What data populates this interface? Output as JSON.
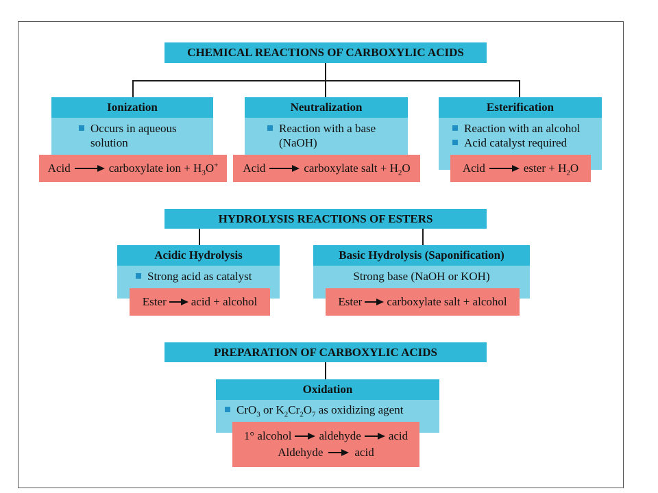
{
  "banners": {
    "chemical": "CHEMICAL REACTIONS OF CARBOXYLIC ACIDS",
    "hydrolysis": "HYDROLYSIS REACTIONS OF ESTERS",
    "preparation": "PREPARATION OF CARBOXYLIC ACIDS"
  },
  "ionization": {
    "title": "Ionization",
    "bullet1_l1": "Occurs in aqueous",
    "bullet1_l2": "solution",
    "reactant": "Acid",
    "product": "carboxylate ion + H",
    "sub": "3",
    "tail": "O",
    "sup": "+"
  },
  "neutralization": {
    "title": "Neutralization",
    "bullet1_l1": "Reaction with a base",
    "bullet1_l2": "(NaOH)",
    "reactant": "Acid",
    "product": "carboxylate salt + H",
    "sub": "2",
    "tail": "O"
  },
  "esterification": {
    "title": "Esterification",
    "bullet1": "Reaction with an alcohol",
    "bullet2": "Acid catalyst required",
    "reactant": "Acid",
    "product": "ester + H",
    "sub": "2",
    "tail": "O"
  },
  "acidic": {
    "title": "Acidic Hydrolysis",
    "bullet1": "Strong acid as catalyst",
    "reactant": "Ester",
    "product": "acid + alcohol"
  },
  "basic": {
    "title": "Basic Hydrolysis (Saponification)",
    "line1": "Strong base (NaOH or KOH)",
    "reactant": "Ester",
    "product": "carboxylate salt + alcohol"
  },
  "oxidation": {
    "title": "Oxidation",
    "b_a": "CrO",
    "b_sub1": "3",
    "b_b": " or K",
    "b_sub2": "2",
    "b_c": "Cr",
    "b_sub3": "2",
    "b_d": "O",
    "b_sub4": "7",
    "b_e": " as oxidizing agent",
    "r1_a": "1° alcohol",
    "r1_b": "aldehyde",
    "r1_c": "acid",
    "r2_a": "Aldehyde",
    "r2_b": "acid"
  },
  "colors": {
    "header": "#2fb8d8",
    "body": "#80d2e6",
    "reaction": "#f28079",
    "bullet": "#1f8fc4"
  }
}
